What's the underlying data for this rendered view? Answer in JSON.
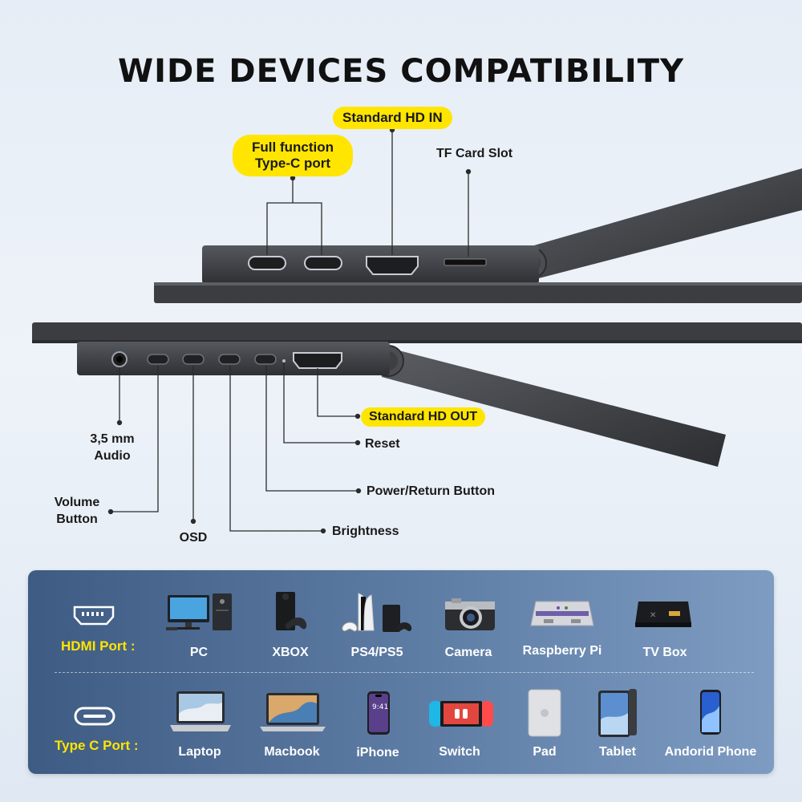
{
  "title": "WIDE DEVICES COMPATIBILITY",
  "callouts": {
    "typec_port": "Full function\nType-C port",
    "hd_in": "Standard HD IN",
    "tf_card": "TF Card Slot",
    "hd_out": "Standard HD OUT",
    "reset": "Reset",
    "power": "Power/Return Button",
    "brightness": "Brightness",
    "osd": "OSD",
    "volume": "Volume\nButton",
    "audio": "3,5 mm\nAudio"
  },
  "hdmi_row": {
    "title": "HDMI Port :",
    "icon": "hdmi-port-icon",
    "devices": [
      {
        "label": "PC",
        "icon": "pc-icon"
      },
      {
        "label": "XBOX",
        "icon": "xbox-icon"
      },
      {
        "label": "PS4/PS5",
        "icon": "playstation-icon"
      },
      {
        "label": "Camera",
        "icon": "camera-icon"
      },
      {
        "label": "Raspberry Pi",
        "icon": "raspberry-pi-icon"
      },
      {
        "label": "TV Box",
        "icon": "tv-box-icon"
      }
    ]
  },
  "typec_row": {
    "title": "Type C Port :",
    "icon": "type-c-port-icon",
    "devices": [
      {
        "label": "Laptop",
        "icon": "laptop-icon"
      },
      {
        "label": "Macbook",
        "icon": "macbook-icon"
      },
      {
        "label": "iPhone",
        "icon": "iphone-icon"
      },
      {
        "label": "Switch",
        "icon": "switch-icon"
      },
      {
        "label": "Pad",
        "icon": "pad-icon"
      },
      {
        "label": "Tablet",
        "icon": "tablet-icon"
      },
      {
        "label": "Andorid Phone",
        "icon": "android-phone-icon"
      }
    ]
  },
  "colors": {
    "accent": "#ffe500",
    "panel": "#4f6d95",
    "device_body": "#3a3c40"
  }
}
